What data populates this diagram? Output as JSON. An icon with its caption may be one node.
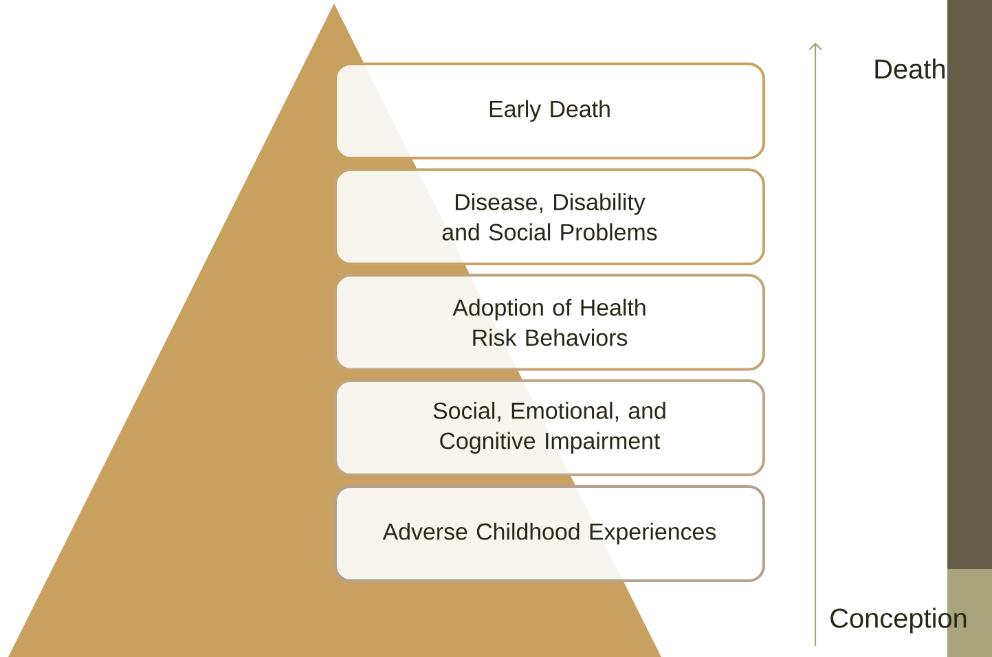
{
  "diagram": {
    "nodes": [
      {
        "text": [
          "Early Death"
        ]
      },
      {
        "text": [
          "Disease, Disability and Social Problems"
        ]
      },
      {
        "text": [
          "Adoption of Health Risk Behaviors"
        ]
      },
      {
        "text": [
          "Social, Emotional, and Cognitive Impairment"
        ]
      },
      {
        "text": [
          "Adverse Childhood Experiences"
        ]
      }
    ],
    "labels": [
      "Death",
      "Conception"
    ]
  }
}
